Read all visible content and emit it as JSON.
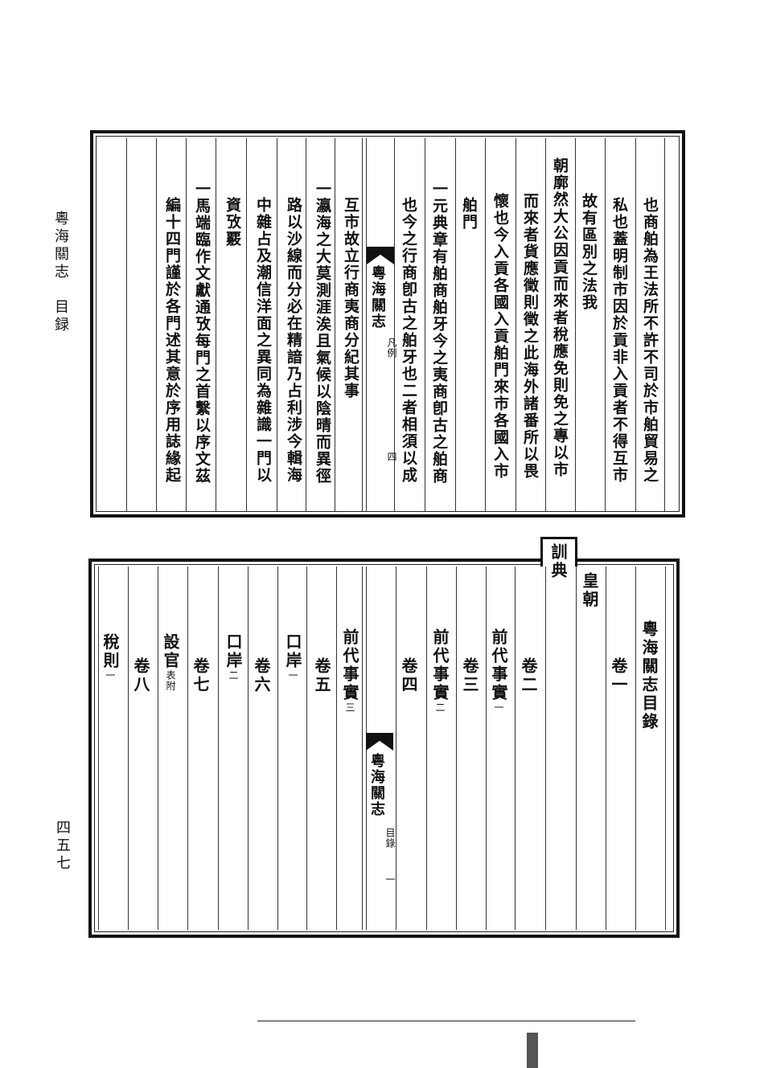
{
  "margin": {
    "title": "粵海關志",
    "section": "目録",
    "page_number": "四五七"
  },
  "top_page": {
    "columns": [
      "也商舶為王法所不許不司於市舶貿易之",
      "私也蓋明制市因於貢非入貢者不得互市",
      "故有區別之法我",
      "朝廓然大公因貢而來者稅應免則免之專以市",
      "而來者貨應徵則徵之此海外諸番所以畏",
      "懷也今入貢各國入貢舶門來市各國入市",
      "舶門",
      "一元典章有舶商舶牙今之夷商卽古之舶商",
      "也今之行商卽古之舶牙也二者相須以成",
      "互市故立行商夷商分紀其事",
      "一瀛海之大莫測涯涘且氣候以陰晴而異徑",
      "路以沙線而分必在精諳乃占利涉今輯海",
      "中雜占及潮信洋面之異同為雜識一門以",
      "資攷覈",
      "一馬端臨作文獻通攷每門之首繫以序文茲",
      "編十四門謹於各門述其意於序用誌緣起"
    ],
    "center": {
      "title": "粵海關志",
      "section": "凡例",
      "leaf": "四"
    }
  },
  "bottom_page": {
    "book_title": "粵海關志目錄",
    "tab": "訓典",
    "items": [
      {
        "text": "卷一"
      },
      {
        "text": "皇朝"
      },
      {
        "text": "卷二"
      },
      {
        "text": "前代事實",
        "sub": "一"
      },
      {
        "text": "卷三"
      },
      {
        "text": "前代事實",
        "sub": "二"
      },
      {
        "text": "卷四"
      },
      {
        "text": "前代事實",
        "sub": "三"
      },
      {
        "text": "卷五"
      },
      {
        "text": "口岸",
        "sub": "一"
      },
      {
        "text": "卷六"
      },
      {
        "text": "口岸",
        "sub": "二"
      },
      {
        "text": "卷七"
      },
      {
        "text": "設官",
        "sub": "表附"
      },
      {
        "text": "卷八"
      },
      {
        "text": "稅則",
        "sub": "一"
      }
    ],
    "center": {
      "title": "粵海關志",
      "section": "目錄",
      "leaf": "一"
    }
  }
}
